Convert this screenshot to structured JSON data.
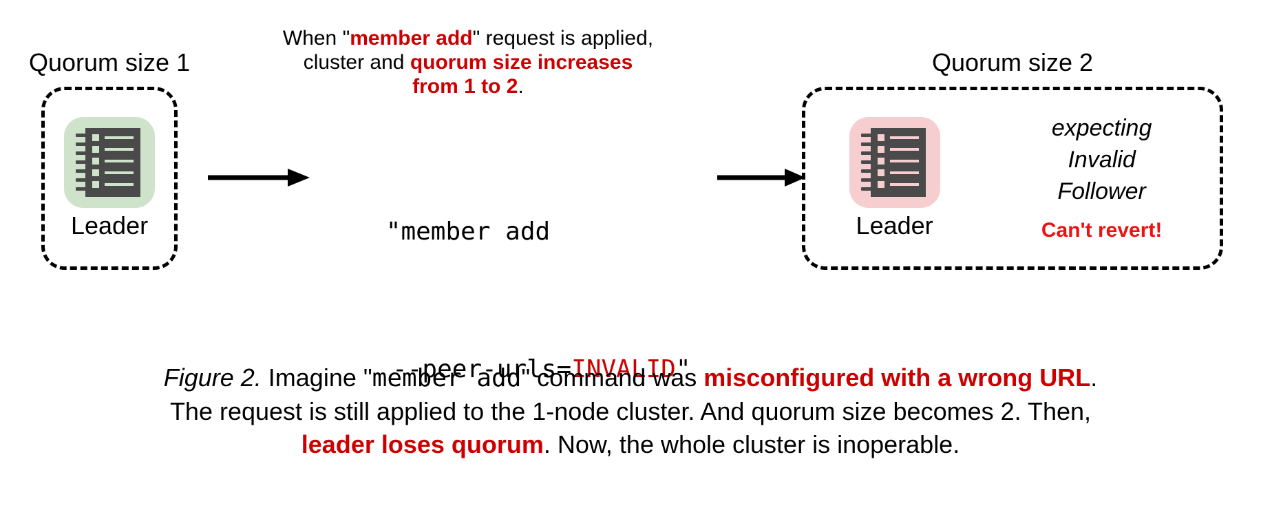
{
  "figure": {
    "left_node": {
      "quorum_label": "Quorum size 1",
      "node_label": "Leader",
      "icon": "log-notebook-icon",
      "tile_color": "#cfe3cb",
      "tile_shadow": "#b4c4ae"
    },
    "right_node": {
      "quorum_label": "Quorum size 2",
      "node_label": "Leader",
      "icon": "log-notebook-icon",
      "tile_color": "#f7ced0",
      "tile_shadow": "#d6acab",
      "status_lines": [
        "expecting",
        "Invalid",
        "Follower"
      ],
      "warning": "Can't revert!",
      "warning_color": "#ee1111"
    },
    "annotation": {
      "line1_a": "When \"",
      "line1_b": "member add",
      "line1_c": "\" request is applied,",
      "line2_a": "cluster and ",
      "line2_b": "quorum size increases",
      "line3_b": "from 1 to 2",
      "line3_c": "."
    },
    "command": {
      "line1": "\"member add",
      "line2_a": "--peer-urls=",
      "line2_b": "INVALID",
      "line2_c": "\""
    },
    "arrows": {
      "left_arrow": "arrow-right-icon",
      "right_arrow": "arrow-right-icon"
    },
    "accent_red": "#cc0000"
  },
  "caption": {
    "fig_num": "Figure 2.",
    "l1_a": " Imagine \"",
    "l1_mono": "member add",
    "l1_b": "\" command was ",
    "l1_red": "misconfigured with a wrong URL",
    "l1_c": ".",
    "l2": "The request is still applied to the 1-node cluster. And quorum size becomes 2. Then,",
    "l3_red": "leader loses quorum",
    "l3_b": ". Now, the whole cluster is inoperable."
  }
}
